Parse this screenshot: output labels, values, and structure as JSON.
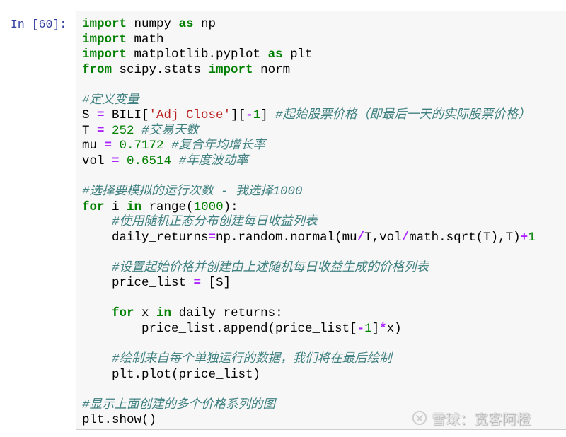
{
  "cell": {
    "prompt": "In [60]:",
    "lines": [
      [
        {
          "t": "import",
          "c": "kw"
        },
        {
          "t": " numpy "
        },
        {
          "t": "as",
          "c": "kw"
        },
        {
          "t": " np"
        }
      ],
      [
        {
          "t": "import",
          "c": "kw"
        },
        {
          "t": " math"
        }
      ],
      [
        {
          "t": "import",
          "c": "kw"
        },
        {
          "t": " matplotlib.pyplot "
        },
        {
          "t": "as",
          "c": "kw"
        },
        {
          "t": " plt"
        }
      ],
      [
        {
          "t": "from",
          "c": "kw"
        },
        {
          "t": " scipy.stats "
        },
        {
          "t": "import",
          "c": "kw"
        },
        {
          "t": " norm"
        }
      ],
      [],
      [
        {
          "t": "#定义变量",
          "c": "cm"
        }
      ],
      [
        {
          "t": "S "
        },
        {
          "t": "=",
          "c": "op"
        },
        {
          "t": " BILI["
        },
        {
          "t": "'Adj Close'",
          "c": "str"
        },
        {
          "t": "]["
        },
        {
          "t": "-",
          "c": "op"
        },
        {
          "t": "1",
          "c": "num"
        },
        {
          "t": "] "
        },
        {
          "t": "#起始股票价格（即最后一天的实际股票价格）",
          "c": "cm"
        }
      ],
      [
        {
          "t": "T "
        },
        {
          "t": "=",
          "c": "op"
        },
        {
          "t": " "
        },
        {
          "t": "252",
          "c": "num"
        },
        {
          "t": " "
        },
        {
          "t": "#交易天数",
          "c": "cm"
        }
      ],
      [
        {
          "t": "mu "
        },
        {
          "t": "=",
          "c": "op"
        },
        {
          "t": " "
        },
        {
          "t": "0.7172",
          "c": "num"
        },
        {
          "t": " "
        },
        {
          "t": "#复合年均增长率",
          "c": "cm"
        }
      ],
      [
        {
          "t": "vol "
        },
        {
          "t": "=",
          "c": "op"
        },
        {
          "t": " "
        },
        {
          "t": "0.6514",
          "c": "num"
        },
        {
          "t": " "
        },
        {
          "t": "#年度波动率",
          "c": "cm"
        }
      ],
      [],
      [
        {
          "t": "#选择要模拟的运行次数 - 我选择1000",
          "c": "cm"
        }
      ],
      [
        {
          "t": "for",
          "c": "kw"
        },
        {
          "t": " i "
        },
        {
          "t": "in",
          "c": "kw"
        },
        {
          "t": " range("
        },
        {
          "t": "1000",
          "c": "num"
        },
        {
          "t": "):"
        }
      ],
      [
        {
          "t": "    "
        },
        {
          "t": "#使用随机正态分布创建每日收益列表",
          "c": "cm"
        }
      ],
      [
        {
          "t": "    daily_returns"
        },
        {
          "t": "=",
          "c": "op"
        },
        {
          "t": "np.random.normal(mu"
        },
        {
          "t": "/",
          "c": "op"
        },
        {
          "t": "T,vol"
        },
        {
          "t": "/",
          "c": "op"
        },
        {
          "t": "math.sqrt(T),T)"
        },
        {
          "t": "+",
          "c": "op"
        },
        {
          "t": "1",
          "c": "num"
        }
      ],
      [],
      [
        {
          "t": "    "
        },
        {
          "t": "#设置起始价格并创建由上述随机每日收益生成的价格列表",
          "c": "cm"
        }
      ],
      [
        {
          "t": "    price_list "
        },
        {
          "t": "=",
          "c": "op"
        },
        {
          "t": " [S]"
        }
      ],
      [],
      [
        {
          "t": "    "
        },
        {
          "t": "for",
          "c": "kw"
        },
        {
          "t": " x "
        },
        {
          "t": "in",
          "c": "kw"
        },
        {
          "t": " daily_returns:"
        }
      ],
      [
        {
          "t": "        price_list.append(price_list["
        },
        {
          "t": "-",
          "c": "op"
        },
        {
          "t": "1",
          "c": "num"
        },
        {
          "t": "]"
        },
        {
          "t": "*",
          "c": "op"
        },
        {
          "t": "x)"
        }
      ],
      [],
      [
        {
          "t": "    "
        },
        {
          "t": "#绘制来自每个单独运行的数据，我们将在最后绘制",
          "c": "cm"
        }
      ],
      [
        {
          "t": "    plt.plot(price_list)"
        }
      ],
      [],
      [
        {
          "t": "#显示上面创建的多个价格系列的图",
          "c": "cm"
        }
      ],
      [
        {
          "t": "plt.show()"
        }
      ]
    ]
  },
  "watermark": {
    "icon": "xueqiu-logo-icon",
    "text": "雪球：宽客阿橙"
  },
  "colors": {
    "prompt": "#303F9F",
    "keyword": "#008000",
    "operator": "#AA22FF",
    "string": "#BA2121",
    "number": "#008000",
    "comment": "#408080",
    "cell_background": "#f7f7f7",
    "cell_border": "#cfcfcf"
  }
}
